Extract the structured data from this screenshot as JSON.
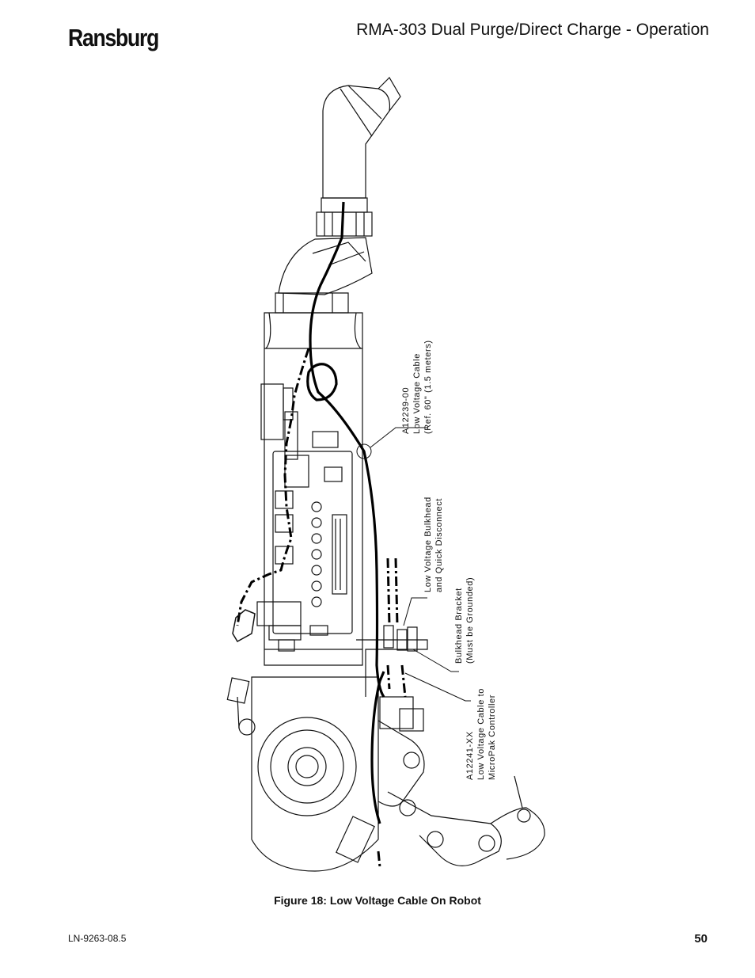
{
  "header": {
    "brand": "Ransburg",
    "title": "RMA-303 Dual Purge/Direct Charge - Operation"
  },
  "figure": {
    "callouts": {
      "a12239_part": "A12239-00",
      "a12239_name": "Low Voltage Cable",
      "a12239_ref": "(Ref. 60\" (1.5 meters)",
      "bulkhead_line1": "Low Voltage Bulkhead",
      "bulkhead_line2": "and Quick Disconnect",
      "bracket_line1": "Bulkhead Bracket",
      "bracket_line2": "(Must be Grounded)",
      "a12241_part": "A12241-XX",
      "a12241_line1": "Low Voltage Cable to",
      "a12241_line2": "MicroPak Controller"
    },
    "caption": "Figure 18:  Low Voltage Cable On Robot"
  },
  "footer": {
    "doc_id": "LN-9263-08.5",
    "page_number": "50"
  }
}
